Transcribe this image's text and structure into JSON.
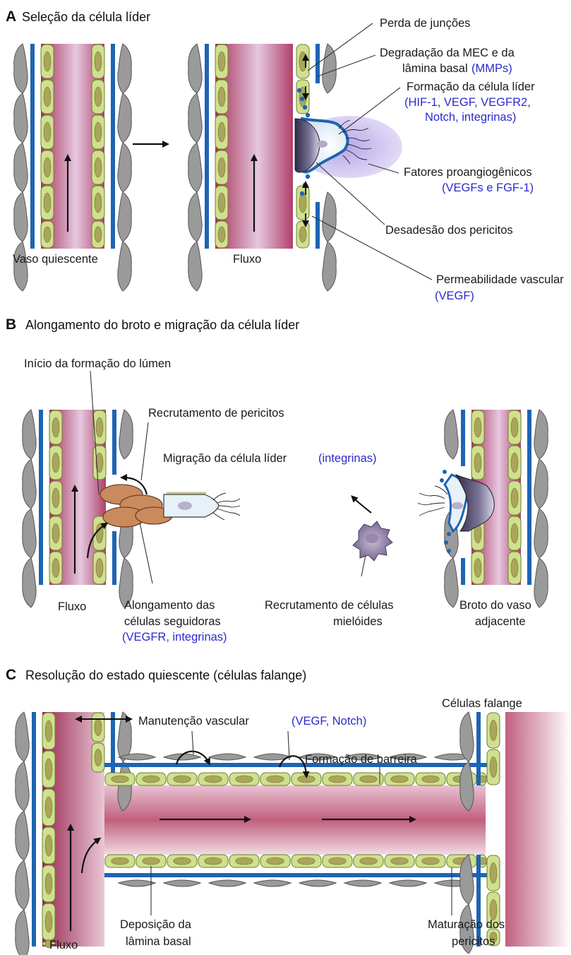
{
  "panel_a": {
    "letter": "A",
    "title": "Seleção da célula líder",
    "labels": {
      "quiescent_vessel": "Vaso quiescente",
      "flow": "Fluxo",
      "junction_loss": "Perda de junções",
      "ecm_degradation_1": "Degradação da MEC e da",
      "ecm_degradation_2": "lâmina basal",
      "ecm_degradation_blue": "(MMPs)",
      "tip_formation": "Formação da célula líder",
      "tip_formation_blue_1": "(HIF-1, VEGF, VEGFR2,",
      "tip_formation_blue_2": "Notch, integrinas)",
      "proangiogenic": "Fatores proangiogênicos",
      "proangiogenic_blue": "(VEGFs e FGF-1)",
      "pericyte_detachment": "Desadesão dos pericitos",
      "permeability": "Permeabilidade vascular",
      "permeability_blue": "(VEGF)"
    }
  },
  "panel_b": {
    "letter": "B",
    "title": "Alongamento do broto e migração da célula líder",
    "labels": {
      "lumen_start": "Início da formação do lúmen",
      "pericyte_recruitment": "Recrutamento de pericitos",
      "tip_migration": "Migração da célula líder",
      "tip_migration_blue": "(integrinas)",
      "flow": "Fluxo",
      "stalk_elongation_1": "Alongamento das",
      "stalk_elongation_2": "células seguidoras",
      "stalk_elongation_blue": "(VEGFR, integrinas)",
      "myeloid_1": "Recrutamento de células",
      "myeloid_2": "mielóides",
      "adjacent_1": "Broto do vaso",
      "adjacent_2": "adjacente"
    }
  },
  "panel_c": {
    "letter": "C",
    "title": "Resolução do estado quiescente (células falange)",
    "labels": {
      "phalanx_cells": "Células falange",
      "maintenance": "Manutenção vascular",
      "maintenance_blue": "(VEGF, Notch)",
      "barrier": "Formação de barreira",
      "flow": "Fluxo",
      "basal_lamina_1": "Deposição da",
      "basal_lamina_2": "lâmina basal",
      "pericyte_maturation_1": "Maturação dos",
      "pericyte_maturation_2": "pericitos"
    }
  },
  "colors": {
    "lumen_dark": "#a8325a",
    "lumen_light": "#e6c8e0",
    "endothelial": "#cfe08f",
    "endothelial_edge": "#6c7f2a",
    "nucleus": "#a9a55a",
    "basal_lamina": "#1e64b4",
    "pericyte": "#9a9a9a",
    "label_blue": "#2a2ad0",
    "stalk_cell": "#c98a5e",
    "tip_cell": "#d9ecf5"
  }
}
